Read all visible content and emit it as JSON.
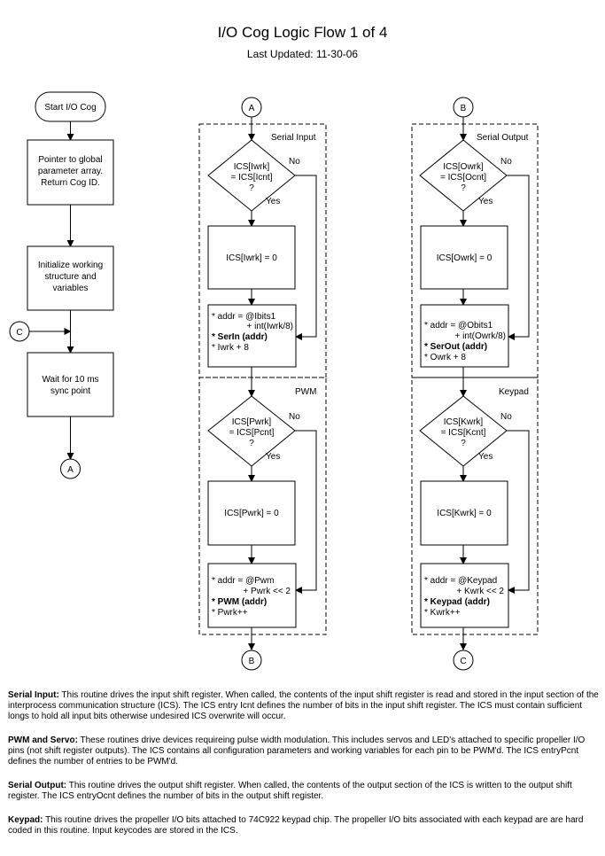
{
  "header": {
    "title": "I/O Cog Logic Flow 1 of 4",
    "subtitle": "Last Updated: 11-30-06"
  },
  "left": {
    "start": "Start I/O Cog",
    "step1": [
      "Pointer to global",
      "parameter array.",
      "Return Cog ID."
    ],
    "step2": [
      "Initialize working",
      "structure and",
      "variables"
    ],
    "step3": [
      "Wait for 10 ms",
      "sync point"
    ],
    "connector_in": "C",
    "connector_out": "A"
  },
  "middle": {
    "connector_in": "A",
    "connector_out": "B",
    "serial_input": {
      "label": "Serial Input",
      "decision": [
        "ICS[Iwrk]",
        "= ICS[Icnt]",
        "?"
      ],
      "no": "No",
      "yes": "Yes",
      "action": "ICS[Iwrk] = 0",
      "block": [
        "* addr = @Ibits1",
        "+ int(Iwrk/8)",
        "* SerIn (addr)",
        "* Iwrk + 8"
      ]
    },
    "pwm": {
      "label": "PWM",
      "decision": [
        "ICS[Pwrk]",
        "= ICS[Pcnt]",
        "?"
      ],
      "no": "No",
      "yes": "Yes",
      "action": "ICS[Pwrk] = 0",
      "block": [
        "* addr = @Pwm",
        "+ Pwrk << 2",
        "* PWM (addr)",
        "* Pwrk++"
      ]
    }
  },
  "right": {
    "connector_in": "B",
    "connector_out": "C",
    "serial_output": {
      "label": "Serial Output",
      "decision": [
        "ICS[Owrk]",
        "= ICS[Ocnt]",
        "?"
      ],
      "no": "No",
      "yes": "Yes",
      "action": "ICS[Owrk] = 0",
      "block": [
        "* addr = @Obits1",
        "+ int(Owrk/8)",
        "* SerOut (addr)",
        "* Owrk + 8"
      ]
    },
    "keypad": {
      "label": "Keypad",
      "decision": [
        "ICS[Kwrk]",
        "= ICS[Kcnt]",
        "?"
      ],
      "no": "No",
      "yes": "Yes",
      "action": "ICS[Kwrk] = 0",
      "block": [
        "* addr = @Keypad",
        "+ Kwrk << 2",
        "* Keypad (addr)",
        "* Kwrk++"
      ]
    }
  },
  "notes": {
    "serial_input_term": "Serial Input:",
    "serial_input_text": "This routine drives the input shift register. When called, the contents of the input shift register is read and stored in the input section of the interprocess communication structure (ICS). The ICS entry  Icnt defines the number of bits in the input shift register.  The ICS must contain sufficient longs to hold all input bits otherwise undesired ICS overwrite will occur.",
    "pwm_term": "PWM and Servo:",
    "pwm_text": "These routines drive devices requireing pulse width modulation. This includes servos and LED's attached to specific propeller I/O pins (not shift register outputs). The ICS contains all configuration parameters and working variables for each pin to be PWM'd. The ICS entryPcnt  defines the number of entries to be PWM'd.",
    "serial_output_term": "Serial Output:",
    "serial_output_text": "This routine drives the output shift register.  When called, the contents of the output section of the ICS is written to the output shift register. The ICS entryOcnt  defines the number of bits in the output shift register.",
    "keypad_term": "Keypad:",
    "keypad_text": "This routine drives the propeller I/O bits attached to 74C922 keypad chip. The propeller I/O bits associated with each keypad are are hard coded in this routine. Input keycodes are stored in the ICS."
  }
}
